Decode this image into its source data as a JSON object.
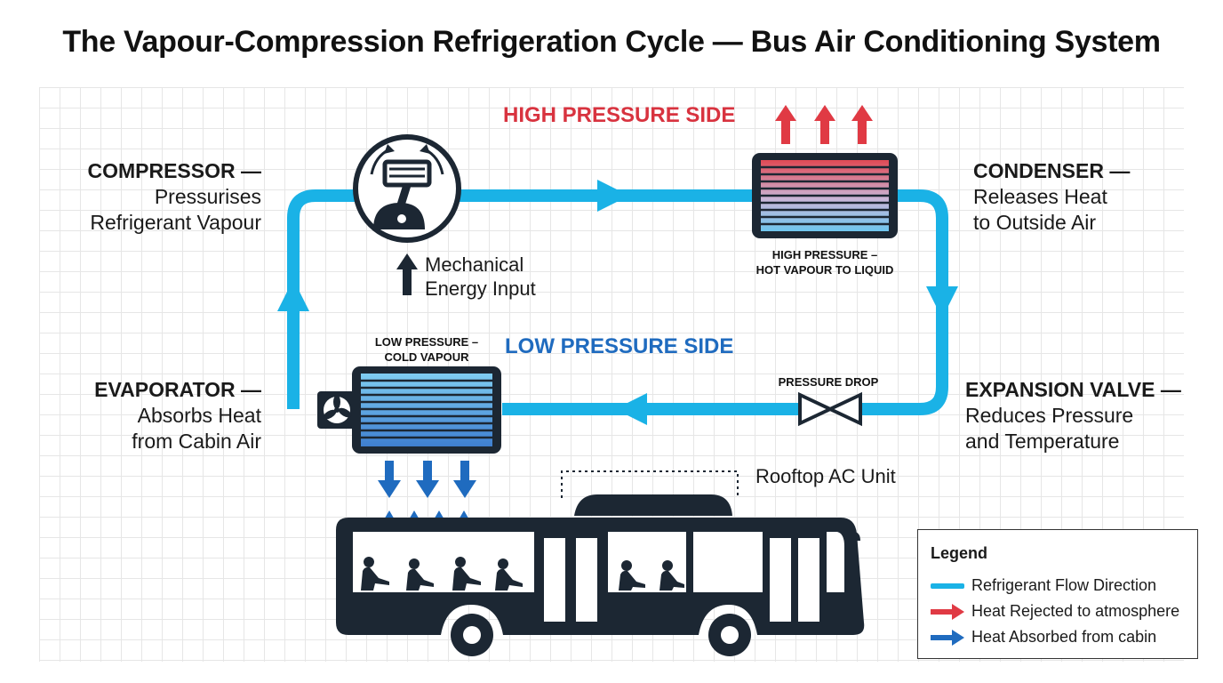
{
  "title": "The Vapour-Compression Refrigeration Cycle — Bus Air Conditioning System",
  "sides": {
    "high": "HIGH PRESSURE SIDE",
    "low": "LOW PRESSURE SIDE"
  },
  "components": {
    "compressor": {
      "name": "COMPRESSOR —",
      "desc1": "Pressurises",
      "desc2": "Refrigerant Vapour"
    },
    "condenser": {
      "name": "CONDENSER —",
      "desc1": "Releases Heat",
      "desc2": "to Outside Air",
      "state1": "HIGH PRESSURE –",
      "state2": "HOT VAPOUR TO LIQUID"
    },
    "expansion_valve": {
      "name": "EXPANSION VALVE —",
      "desc1": "Reduces Pressure",
      "desc2": "and Temperature",
      "state": "PRESSURE DROP"
    },
    "evaporator": {
      "name": "EVAPORATOR —",
      "desc1": "Absorbs Heat",
      "desc2": "from Cabin Air",
      "state1": "LOW PRESSURE –",
      "state2": "COLD VAPOUR"
    }
  },
  "mechanical": {
    "line1": "Mechanical",
    "line2": "Energy Input"
  },
  "rooftop": "Rooftop AC Unit",
  "legend": {
    "title": "Legend",
    "items": [
      {
        "label": "Refrigerant Flow Direction",
        "color": "#1ab2e6"
      },
      {
        "label": "Heat Rejected to atmosphere",
        "color": "#e03a44"
      },
      {
        "label": "Heat Absorbed from cabin",
        "color": "#1f6bbf"
      }
    ]
  },
  "colors": {
    "refrigerant": "#1ab2e6",
    "hot": "#e03a44",
    "cold": "#1f6bbf",
    "high_side_text": "#d8333f",
    "low_side_text": "#1f6bbf",
    "bus": "#1c2733"
  }
}
